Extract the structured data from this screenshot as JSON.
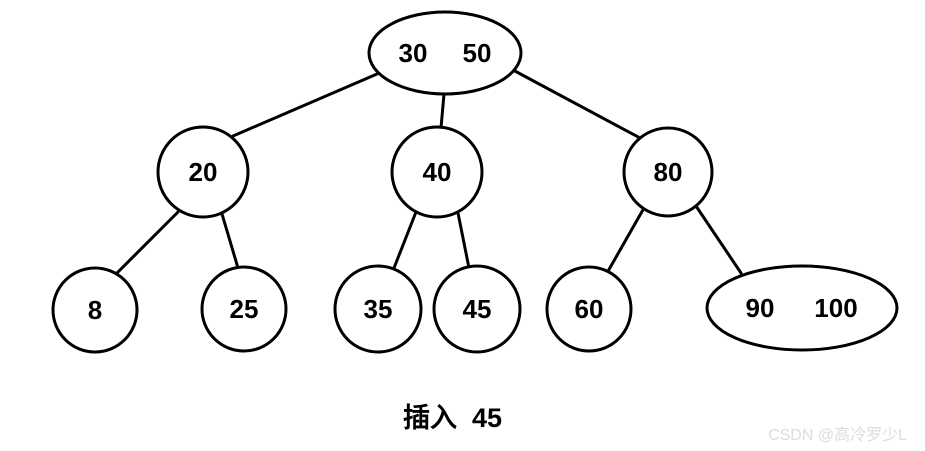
{
  "tree": {
    "description": "2-3-4 tree after inserting 45",
    "nodes": {
      "root": {
        "keys": [
          "30",
          "50"
        ]
      },
      "n20": {
        "keys": [
          "20"
        ]
      },
      "n40": {
        "keys": [
          "40"
        ]
      },
      "n80": {
        "keys": [
          "80"
        ]
      },
      "n8": {
        "keys": [
          "8"
        ]
      },
      "n25": {
        "keys": [
          "25"
        ]
      },
      "n35": {
        "keys": [
          "35"
        ]
      },
      "n45": {
        "keys": [
          "45"
        ]
      },
      "n60": {
        "keys": [
          "60"
        ]
      },
      "n90_100": {
        "keys": [
          "90",
          "100"
        ]
      }
    },
    "edges": [
      "root-20",
      "root-40",
      "root-80",
      "20-8",
      "20-25",
      "40-35",
      "40-45",
      "80-60",
      "80-90_100"
    ]
  },
  "caption": "插入  45",
  "watermark": "CSDN @高冷罗少L",
  "colors": {
    "stroke": "#000000",
    "background": "#ffffff",
    "watermark": "#dcdcdc"
  }
}
